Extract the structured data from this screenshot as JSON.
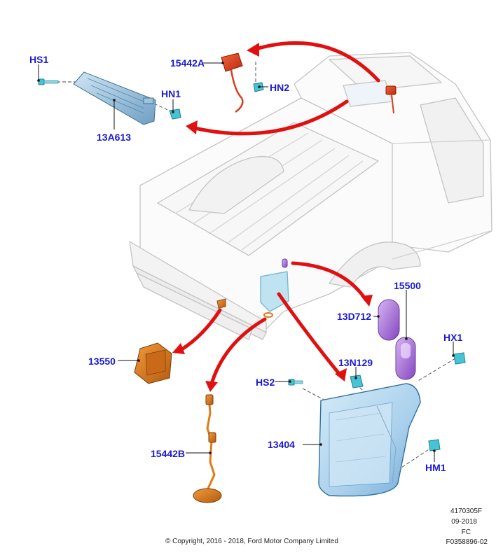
{
  "callouts": {
    "hs1": "HS1",
    "c15442a": "15442A",
    "hn2": "HN2",
    "hn1": "HN1",
    "c13a613": "13A613",
    "c15500": "15500",
    "c13d712": "13D712",
    "hx1": "HX1",
    "c13550": "13550",
    "c13n129": "13N129",
    "hs2": "HS2",
    "c13404": "13404",
    "c15442b": "15442B",
    "hm1": "HM1"
  },
  "footer": {
    "ref_code": "4170305F",
    "date": "09-2018",
    "initials": "FC",
    "figure_id": "F0358896-02",
    "copyright": "© Copyright, 2016 - 2018, Ford Motor Company Limited"
  },
  "colors": {
    "callout_text": "#1a1ad0",
    "arrow_red": "#e11010",
    "lamp_blue": "#b9d8ee",
    "cyan_fastener": "#46c4d6",
    "orange_part": "#e07a1a",
    "purple_bulb": "#a46ad6",
    "red_part": "#e03a1a"
  }
}
